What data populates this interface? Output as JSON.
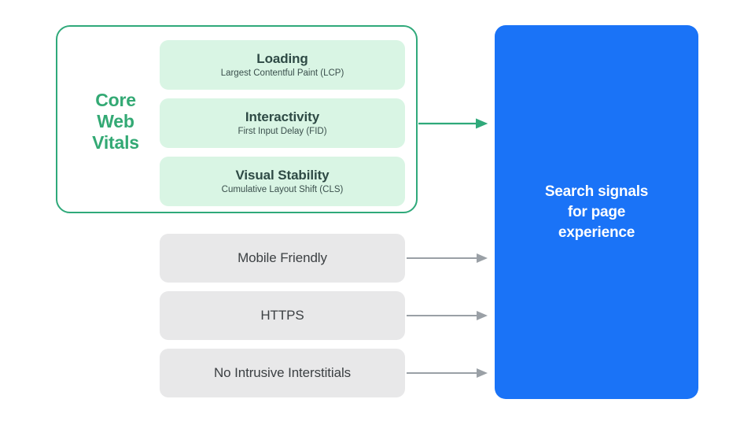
{
  "diagram": {
    "title": "Search signals for page experience",
    "colors": {
      "green_accent": "#2FA97A",
      "green_text": "#33A974",
      "green_card_fill": "#D9F5E4",
      "gray_box_fill": "#E8E8E9",
      "blue_box_fill": "#1A73F7",
      "arrow_gray": "#9AA0A6",
      "dark_text": "#2E4A45"
    },
    "core_web_vitals": {
      "group_label": "Core\nWeb\nVitals",
      "group_label_lines": [
        "Core",
        "Web",
        "Vitals"
      ],
      "metrics": [
        {
          "title": "Loading",
          "subtitle": "Largest Contentful Paint (LCP)"
        },
        {
          "title": "Interactivity",
          "subtitle": "First Input Delay (FID)"
        },
        {
          "title": "Visual Stability",
          "subtitle": "Cumulative Layout Shift (CLS)"
        }
      ]
    },
    "other_signals": [
      {
        "label": "Mobile Friendly"
      },
      {
        "label": "HTTPS"
      },
      {
        "label": "No Intrusive Interstitials"
      }
    ],
    "destination": {
      "text": "Search signals\nfor page\nexperience",
      "lines": [
        "Search signals",
        "for page",
        "experience"
      ]
    }
  }
}
